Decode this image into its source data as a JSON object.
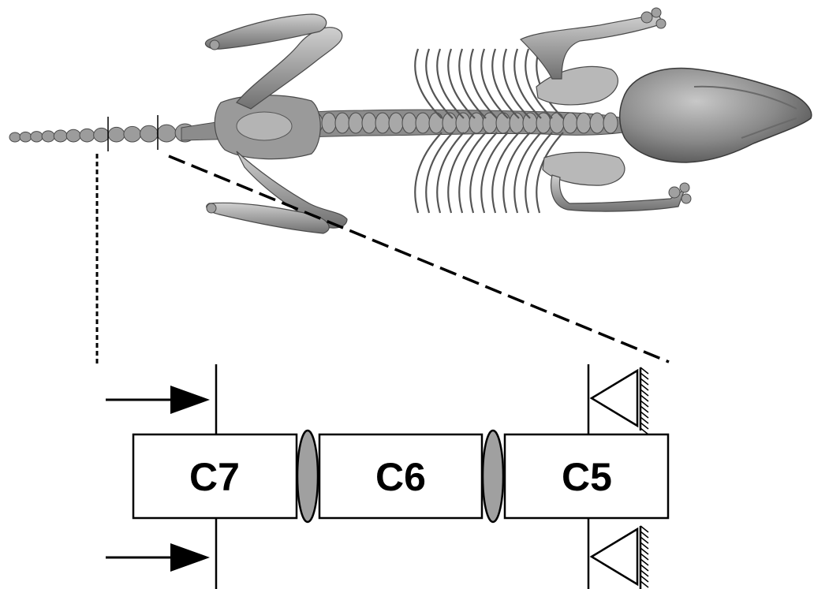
{
  "vertebrae": [
    {
      "label": "C7"
    },
    {
      "label": "C6"
    },
    {
      "label": "C5"
    }
  ],
  "colors": {
    "bone": "#9a9a9a",
    "bone_dark": "#5e5e5e",
    "bone_light": "#d6d6d6",
    "disc": "#a0a0a0",
    "stroke": "#000000",
    "box_fill": "#ffffff"
  },
  "icons": {
    "specimen": "mouse-skeleton-icon",
    "load": "arrow-right-icon",
    "support": "fixed-support-icon"
  }
}
